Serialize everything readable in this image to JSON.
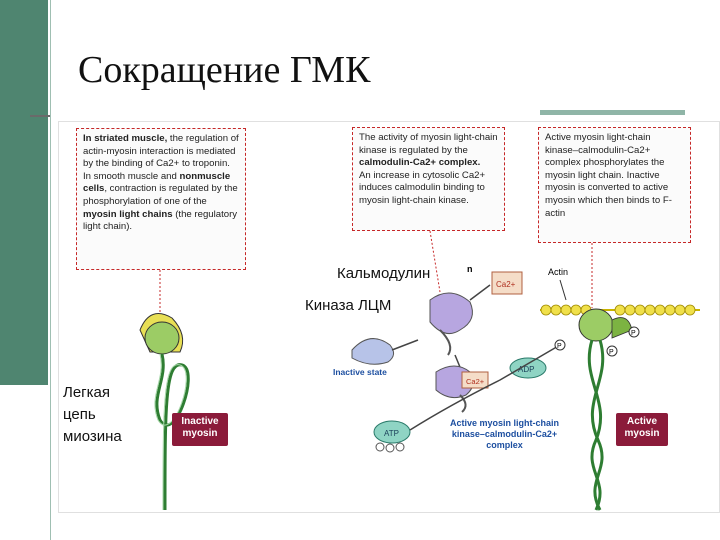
{
  "slide": {
    "title": "Сокращение ГМК",
    "accent_color": "#4f8570",
    "badge_color": "#8b1b3a",
    "box_border_color": "#c62828"
  },
  "left_box": {
    "line1_bold": "In striated muscle,",
    "line1_rest": " the regulation of actin-myosin interaction is mediated by the binding of Ca2+ to troponin.",
    "line2_pre": "In smooth muscle and ",
    "line2_bold": "nonmuscle cells",
    "line2_rest": ", contraction is regulated by the phosphorylation of one of the ",
    "line2_bold2": "myosin light chains",
    "line2_end": " (the regulatory light chain)."
  },
  "middle_box": {
    "p1_pre": "The activity of myosin light-chain kinase is regulated by the ",
    "p1_bold": "calmodulin-Ca2+ complex.",
    "p2": "An increase in cytosolic Ca2+ induces calmodulin binding to myosin light-chain kinase."
  },
  "right_box": {
    "text": "Active myosin light-chain kinase–calmodulin-Ca2+ complex phosphorylates the myosin light chain. Inactive myosin is converted to active myosin which then binds to F-actin"
  },
  "ru_labels": {
    "calmodulin": "Кальмодулин",
    "kinase": "Киназа ЛЦМ",
    "light_chain_1": "Легкая",
    "light_chain_2": "цепь",
    "light_chain_3": "миозина"
  },
  "diagram_labels": {
    "ca": "Ca2+",
    "actin": "Actin",
    "inactive_state": "Inactive state",
    "adp": "ADP",
    "atp": "ATP",
    "p": "P",
    "fragment": "n"
  },
  "badges": {
    "inactive_1": "Inactive",
    "inactive_2": "myosin",
    "active_1": "Active",
    "active_2": "myosin"
  },
  "complex_caption": {
    "line1": "Active myosin light-chain",
    "line2": "kinase–calmodulin-Ca2+",
    "line3": "complex"
  }
}
